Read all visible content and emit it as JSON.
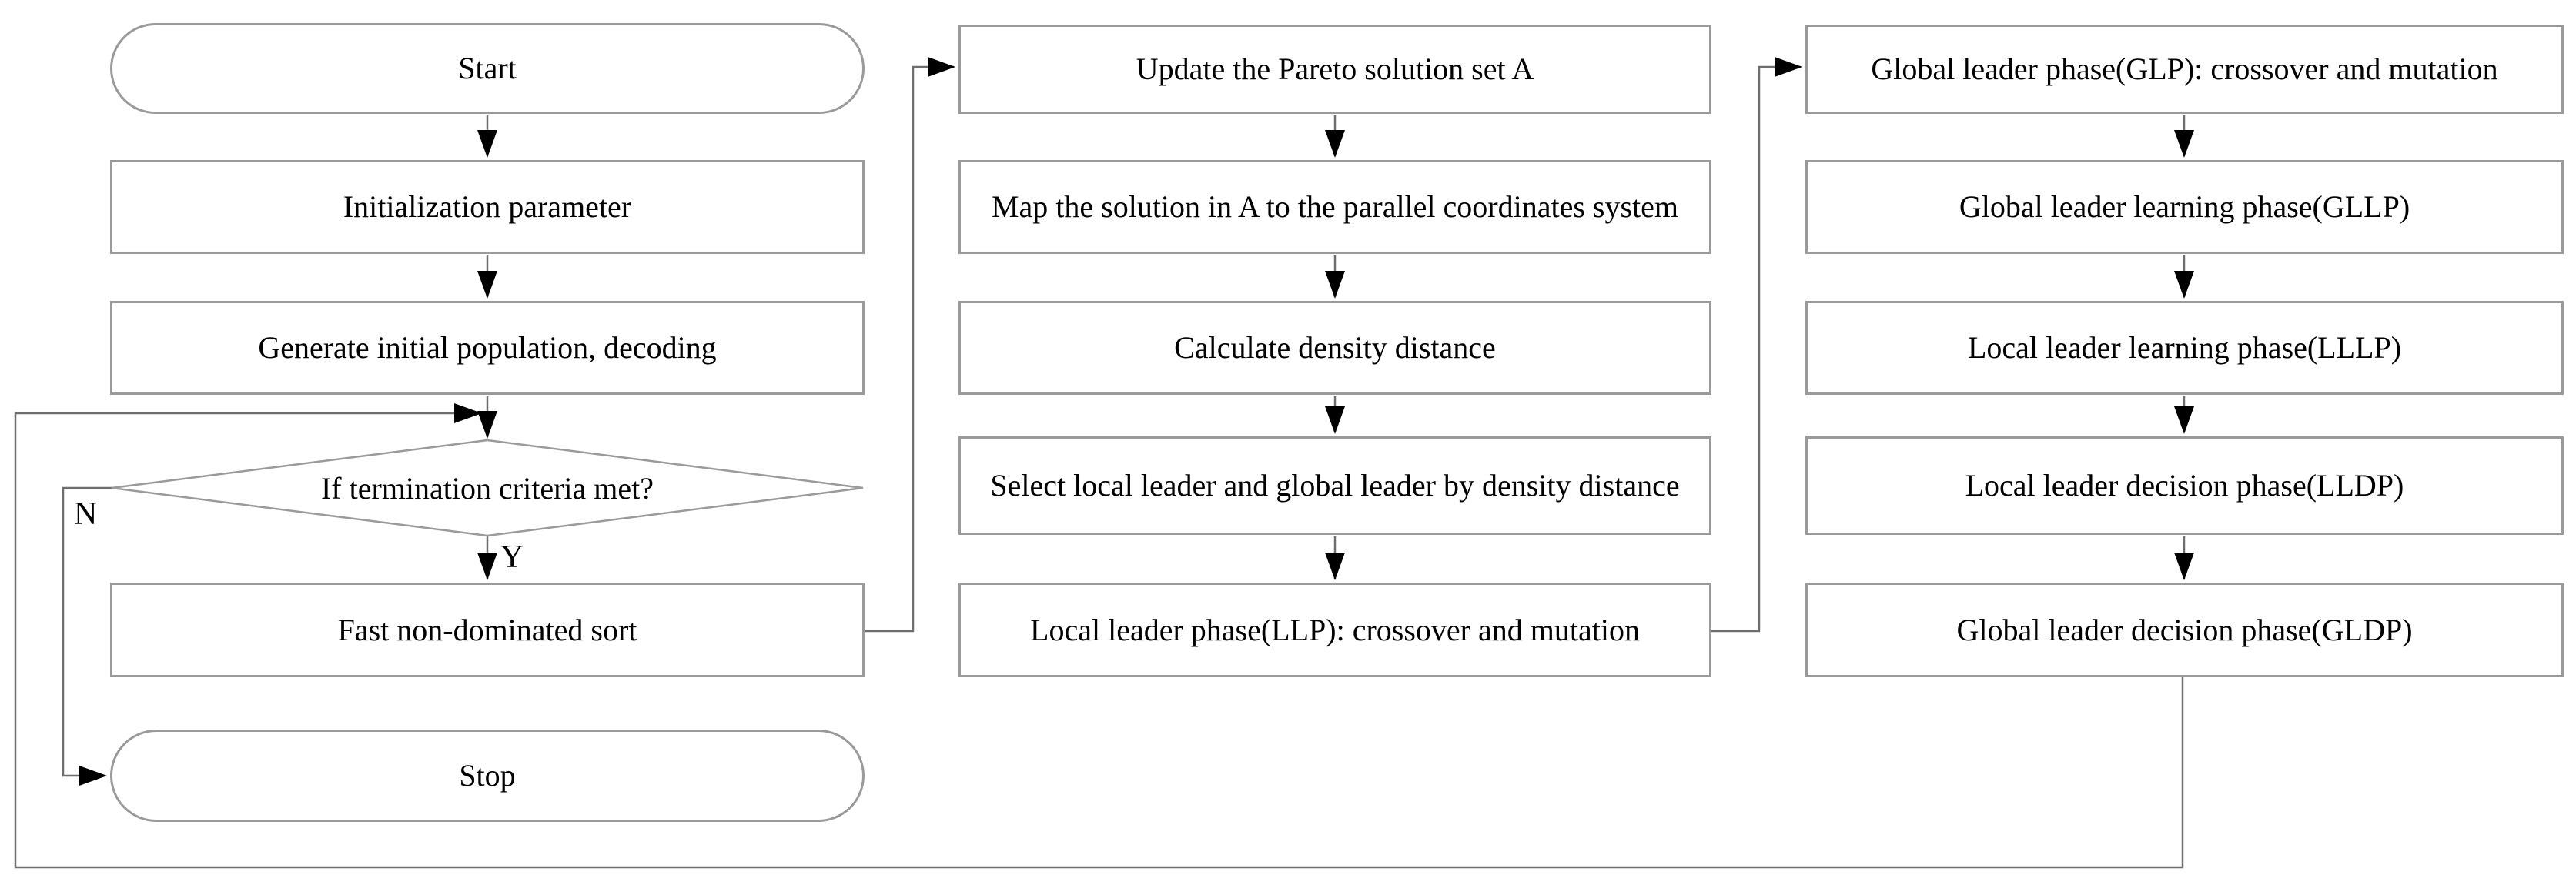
{
  "flowchart": {
    "left": {
      "start": {
        "label": "Start"
      },
      "initialization": {
        "label": "Initialization parameter"
      },
      "generate": {
        "label": "Generate initial population, decoding"
      },
      "decision": {
        "label": "If termination criteria met?",
        "yes": "Y",
        "no": "N"
      },
      "fast_sort": {
        "label": "Fast non-dominated sort"
      },
      "stop": {
        "label": "Stop"
      }
    },
    "middle": {
      "update_pareto": {
        "label": "Update the Pareto solution set A"
      },
      "map_solution": {
        "label": "Map the solution in A to the parallel coordinates system"
      },
      "calculate_density": {
        "label": "Calculate density distance"
      },
      "select_leaders": {
        "label": "Select local leader and global leader by density distance"
      },
      "local_leader_phase": {
        "label": "Local leader phase(LLP): crossover and mutation"
      }
    },
    "right": {
      "global_leader_phase": {
        "label": "Global leader phase(GLP): crossover and mutation"
      },
      "global_leader_learning": {
        "label": "Global leader learning phase(GLLP)"
      },
      "local_leader_learning": {
        "label": "Local leader learning phase(LLLP)"
      },
      "local_leader_decision": {
        "label": "Local leader decision phase(LLDP)"
      },
      "global_leader_decision": {
        "label": "Global leader decision phase(GLDP)"
      }
    },
    "colors": {
      "background": "#ffffff",
      "box_border": "#9a9a9a",
      "connector": "#6e6e6e",
      "arrowhead": "#000000",
      "text": "#000000"
    }
  }
}
